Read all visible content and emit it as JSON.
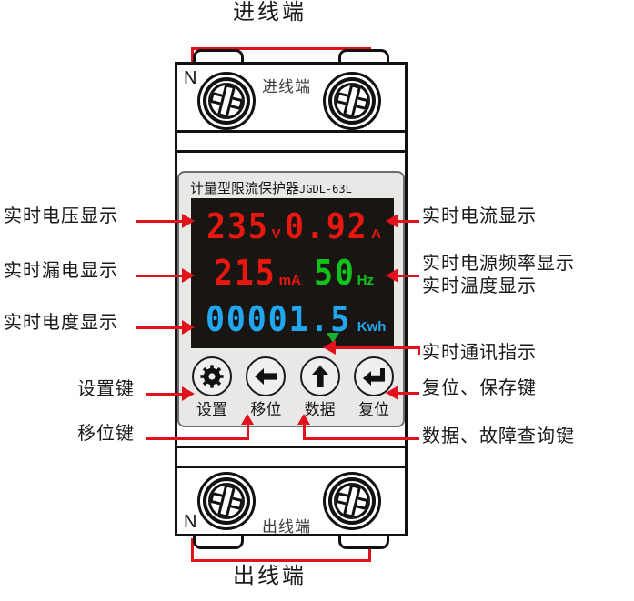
{
  "device": {
    "panel_title_cn": "计量型限流保护器",
    "panel_model": "JGDL-63L",
    "terminal_top_label": "进线端",
    "terminal_bottom_label": "出线端",
    "neutral_mark": "N",
    "display": {
      "row1": {
        "value_left": "235",
        "unit_left": "V",
        "value_right": "0.92",
        "unit_right": "A",
        "color_left": "#e8170f",
        "color_right": "#e8170f"
      },
      "row2": {
        "value_left": "215",
        "unit_left": "mA",
        "value_right": "50",
        "unit_right": "Hz",
        "color_left": "#e8170f",
        "color_right": "#12c21c"
      },
      "row3": {
        "value": "00001.5",
        "unit": "Kwh",
        "color": "#21a7ef"
      },
      "comm_indicator": "▼",
      "comm_indicator_color": "#19b030"
    },
    "buttons": [
      {
        "icon": "gear-icon",
        "label": "设置"
      },
      {
        "icon": "arrow-left-icon",
        "label": "移位"
      },
      {
        "icon": "arrow-up-icon",
        "label": "数据"
      },
      {
        "icon": "enter-return-icon",
        "label": "复位"
      }
    ]
  },
  "callouts": {
    "top_bracket": "进线端",
    "bottom_bracket": "出线端",
    "left": [
      "实时电压显示",
      "实时漏电显示",
      "实时电度显示",
      "设置键",
      "移位键"
    ],
    "right": [
      "实时电流显示",
      "实时电源频率显示",
      "实时温度显示",
      "实时通讯指示",
      "复位、保存键",
      "数据、故障查询键"
    ]
  },
  "colors": {
    "leader_red": "#e1121b",
    "outline_black": "#111111",
    "lcd_background": "#191513",
    "face_background": "#e8e8e6"
  }
}
